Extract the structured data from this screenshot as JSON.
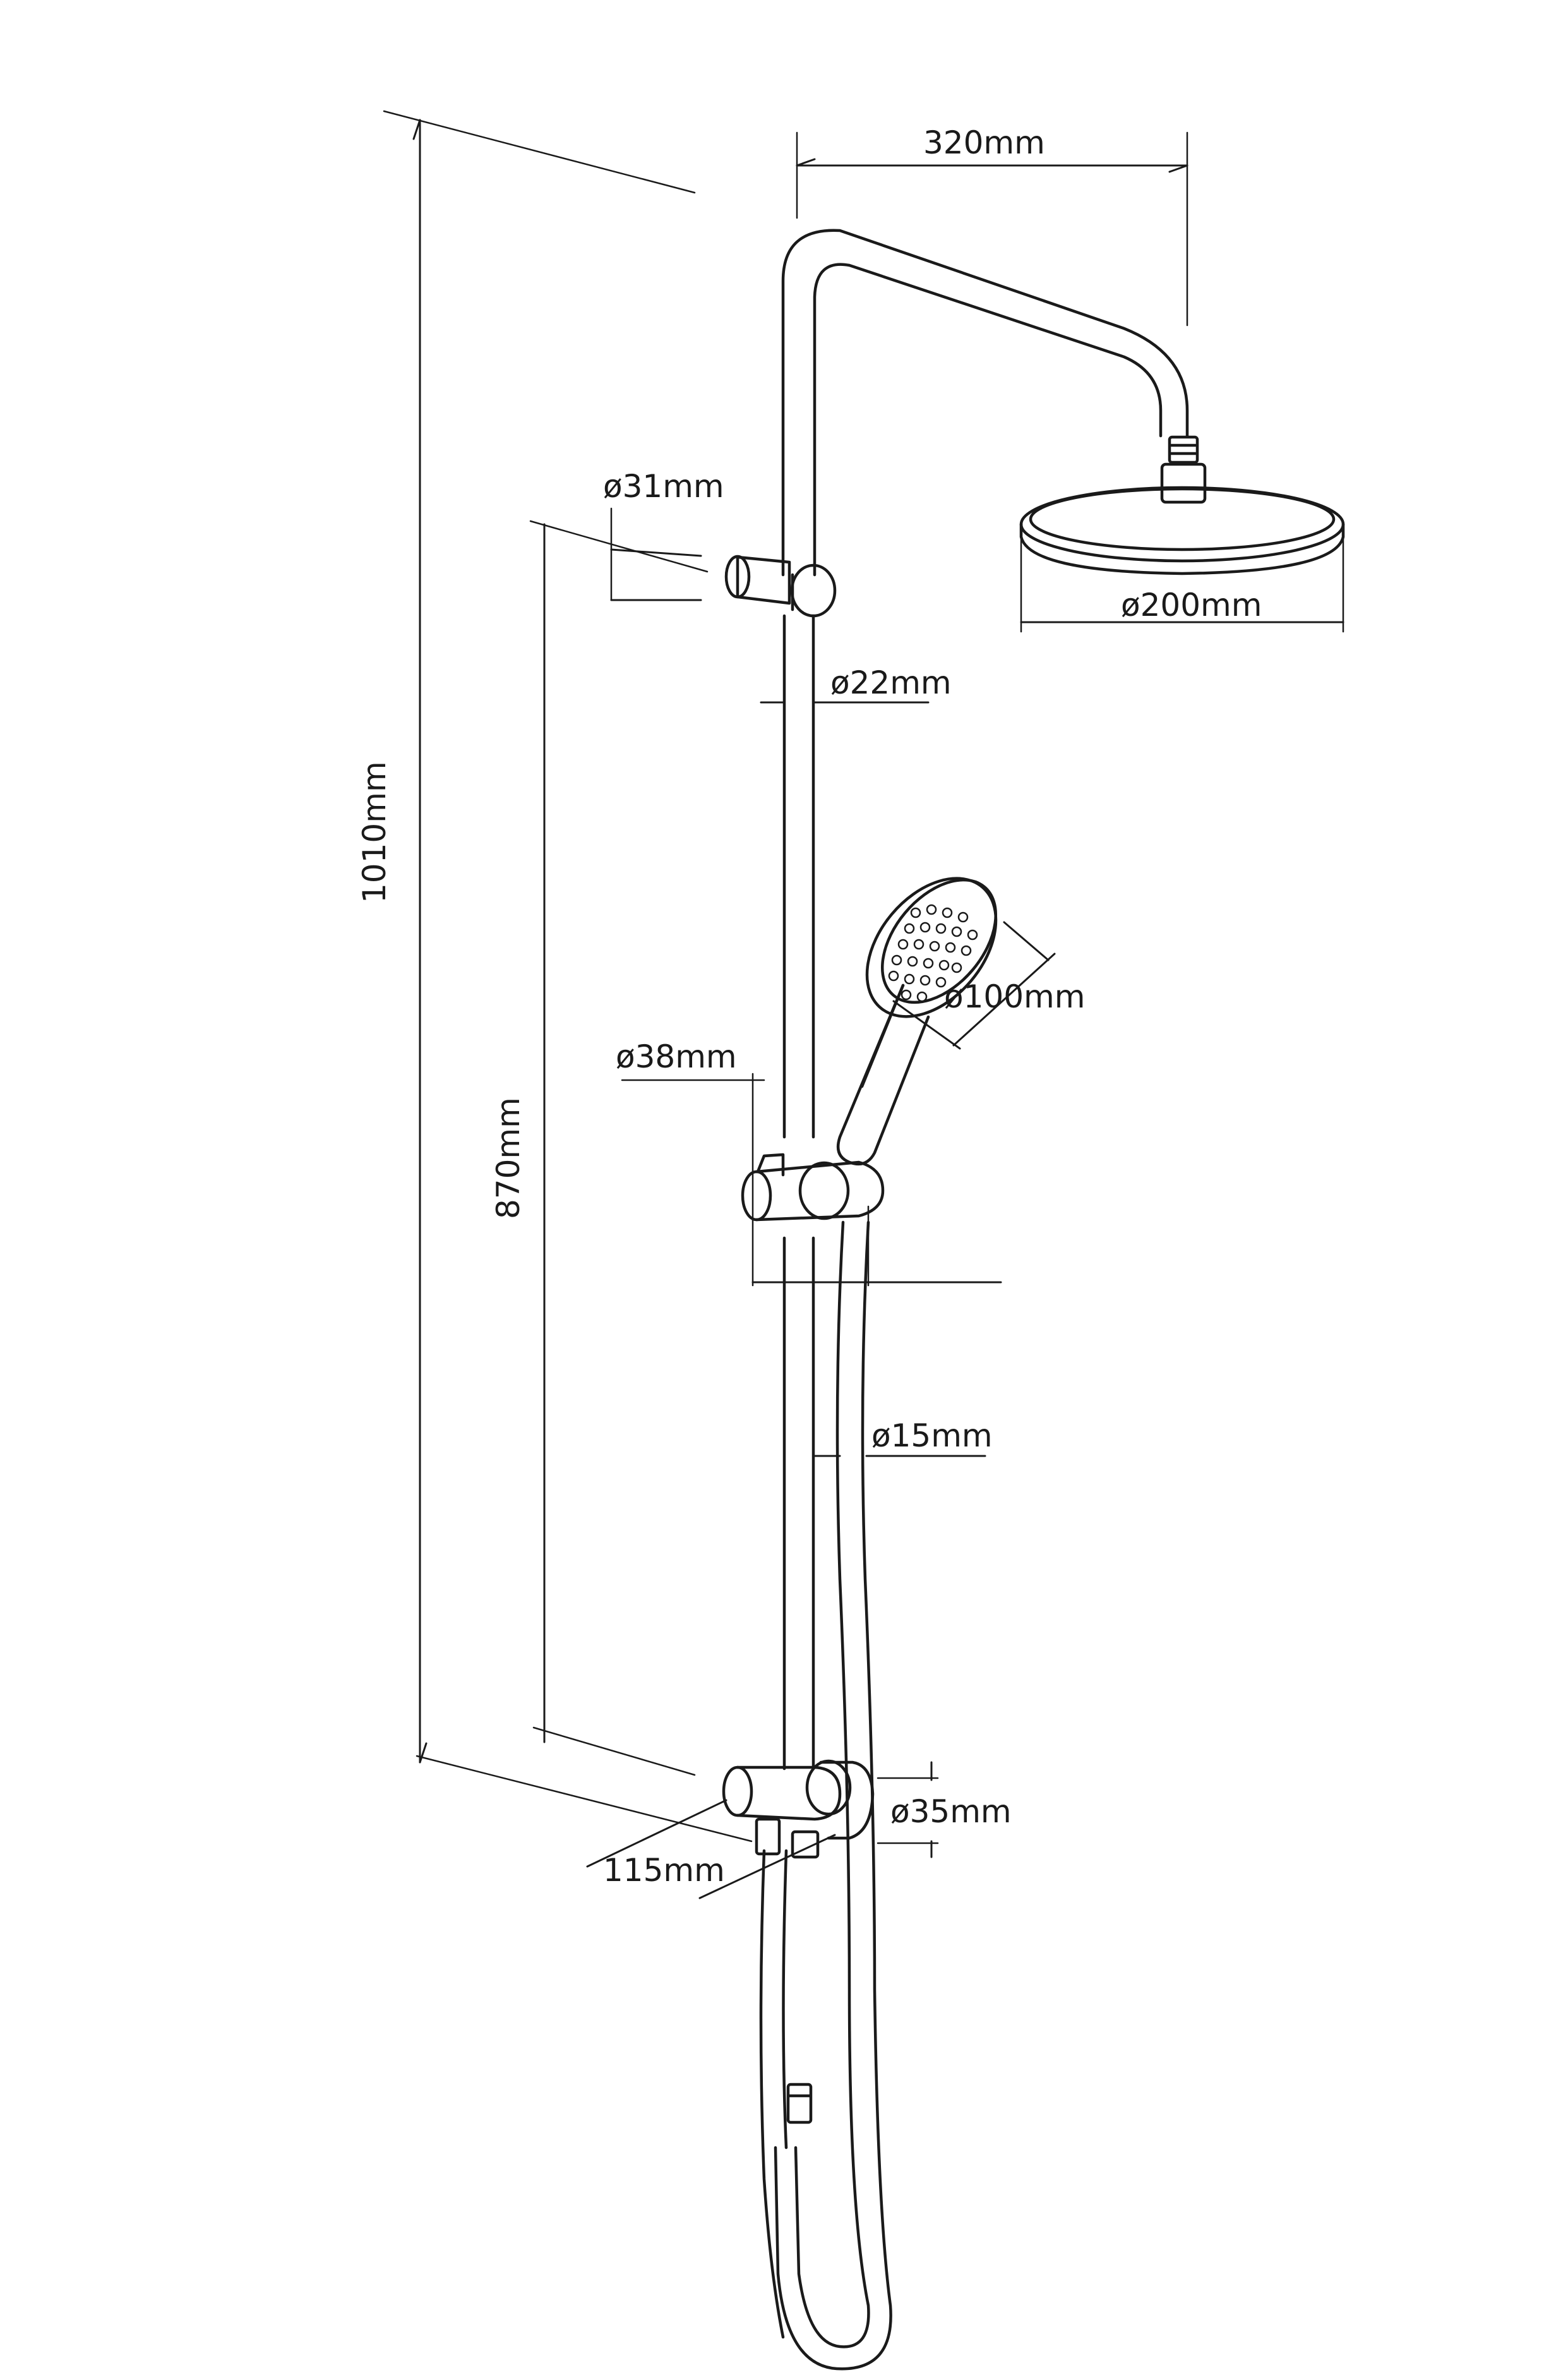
{
  "dimensions": {
    "top_width": "320mm",
    "head_diameter": "ø200mm",
    "bracket_top_diameter": "ø31mm",
    "rail_diameter": "ø22mm",
    "total_height": "1010mm",
    "bracket_spacing": "870mm",
    "handshower_diameter": "ø100mm",
    "slider_diameter": "ø38mm",
    "hose_diameter": "ø15mm",
    "bracket_bottom_diameter": "ø35mm",
    "wall_offset": "115mm"
  },
  "colors": {
    "line": "#1a1a1a",
    "background": "#ffffff"
  }
}
